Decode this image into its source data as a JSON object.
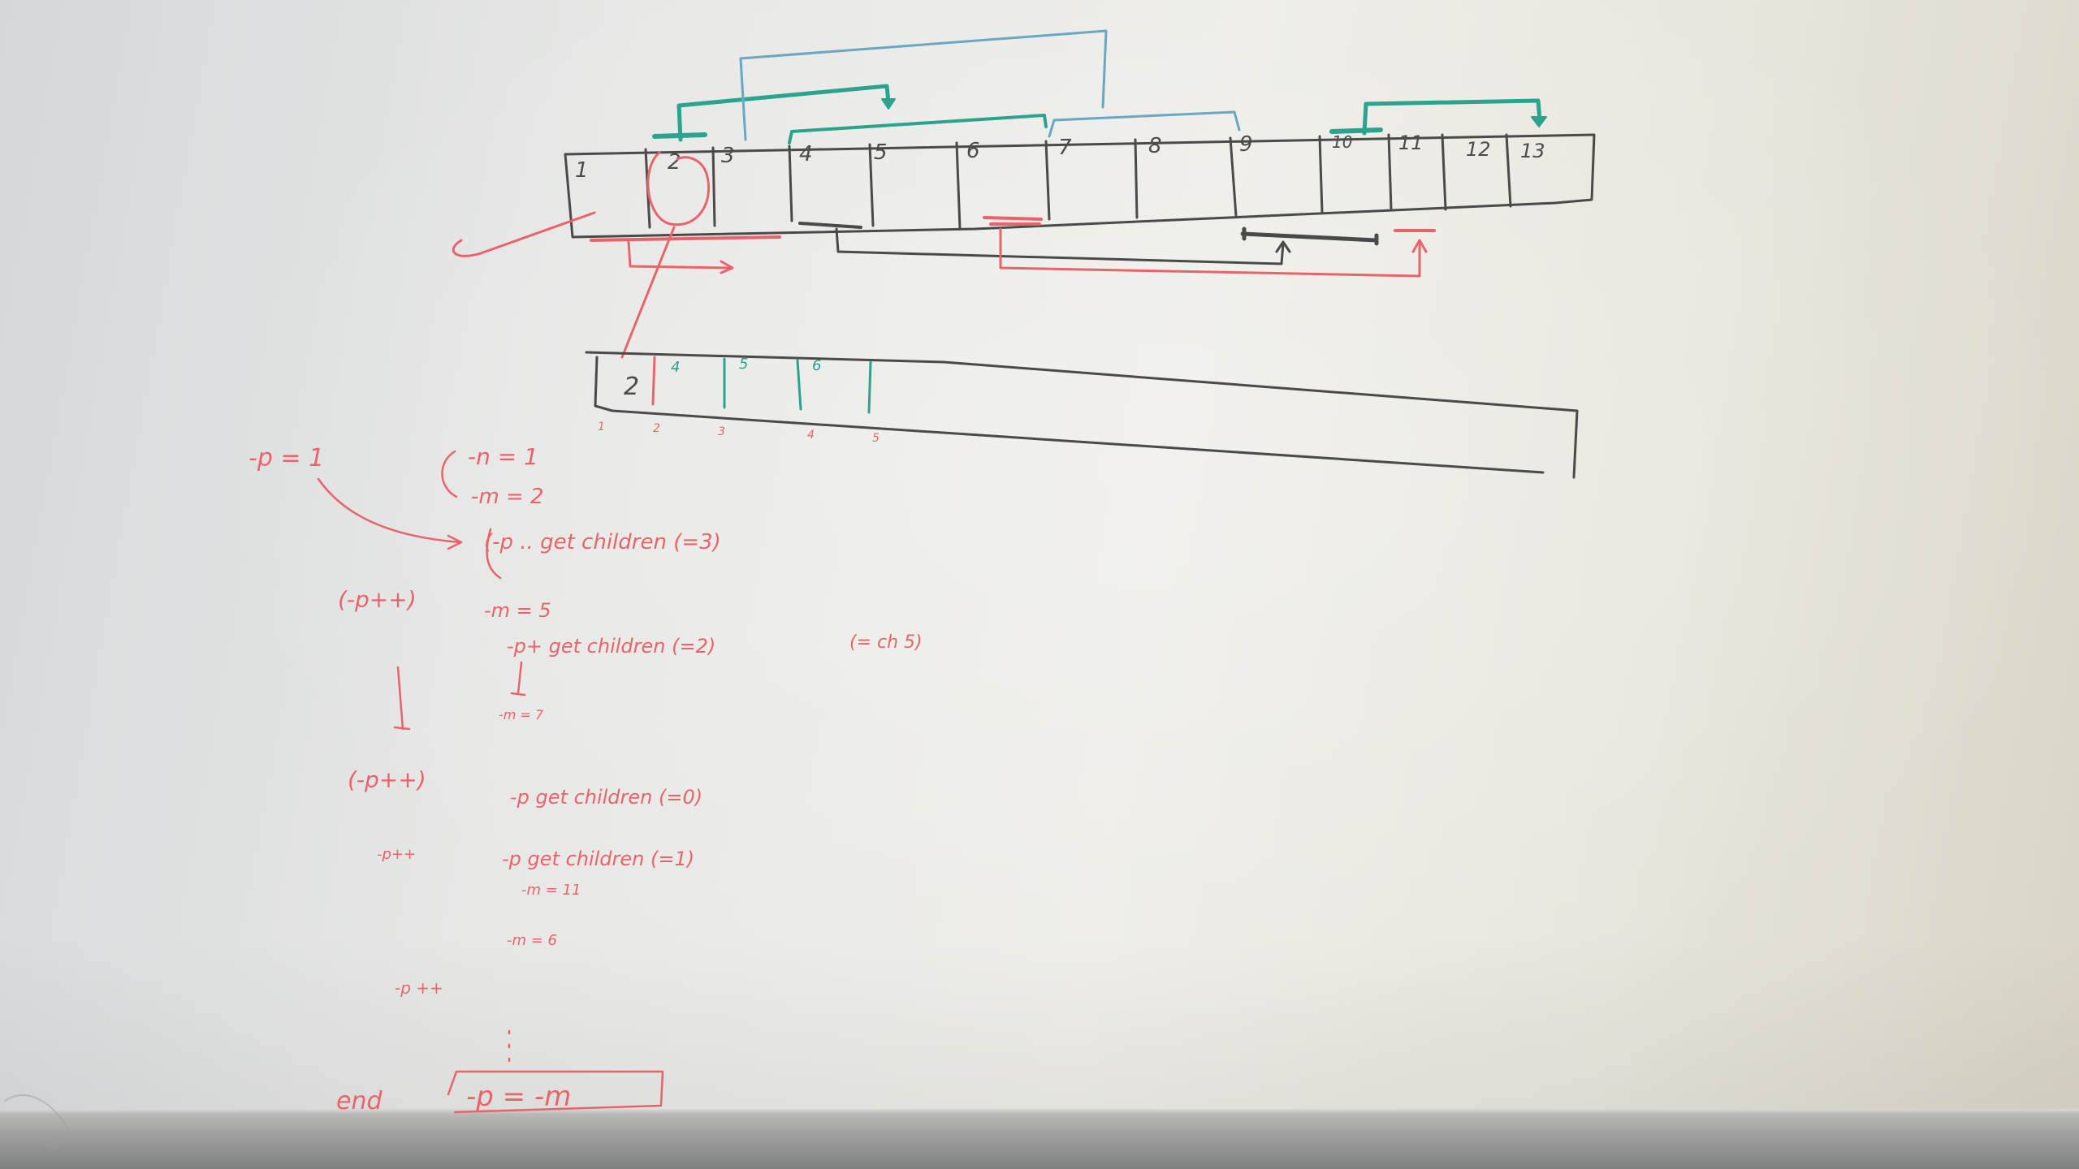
{
  "colors": {
    "board": "#eae9e3",
    "black_marker": "#4a4a4a",
    "red_marker": "#e8646a",
    "teal_marker": "#2aa38f",
    "blue_marker": "#6aa7c4"
  },
  "top_array": {
    "cells": [
      "1",
      "2",
      "3",
      "4",
      "5",
      "6",
      "7",
      "8",
      "9",
      "10",
      "11",
      "12",
      "13"
    ]
  },
  "bottom_array": {
    "cells": [
      "2",
      "4",
      "5",
      "6"
    ],
    "indices": [
      "1",
      "2",
      "3",
      "4",
      "5"
    ]
  },
  "notes": {
    "p_eq_1": "-p = 1",
    "n_eq_1": "-n = 1",
    "m_eq_2": "-m = 2",
    "get_children_1": "(-p .. get children (=3)",
    "p_inc_1": "(-p++)",
    "m_eq_5": "-m = 5",
    "get_children_2": "-p+ get children (=2)",
    "aside": "(= ch 5)",
    "m_eq_7": "-m = 7",
    "p_inc_2": "(-p++)",
    "get_children_3": "-p get children (=0)",
    "p_inc_3": "-p++",
    "get_children_4": "-p get children (=1)",
    "m_eq_11": "-m = 11",
    "m_eq_6": "-m = 6",
    "p_inc_4": "-p ++",
    "end_label": "end",
    "end_condition": "-p = -m"
  }
}
